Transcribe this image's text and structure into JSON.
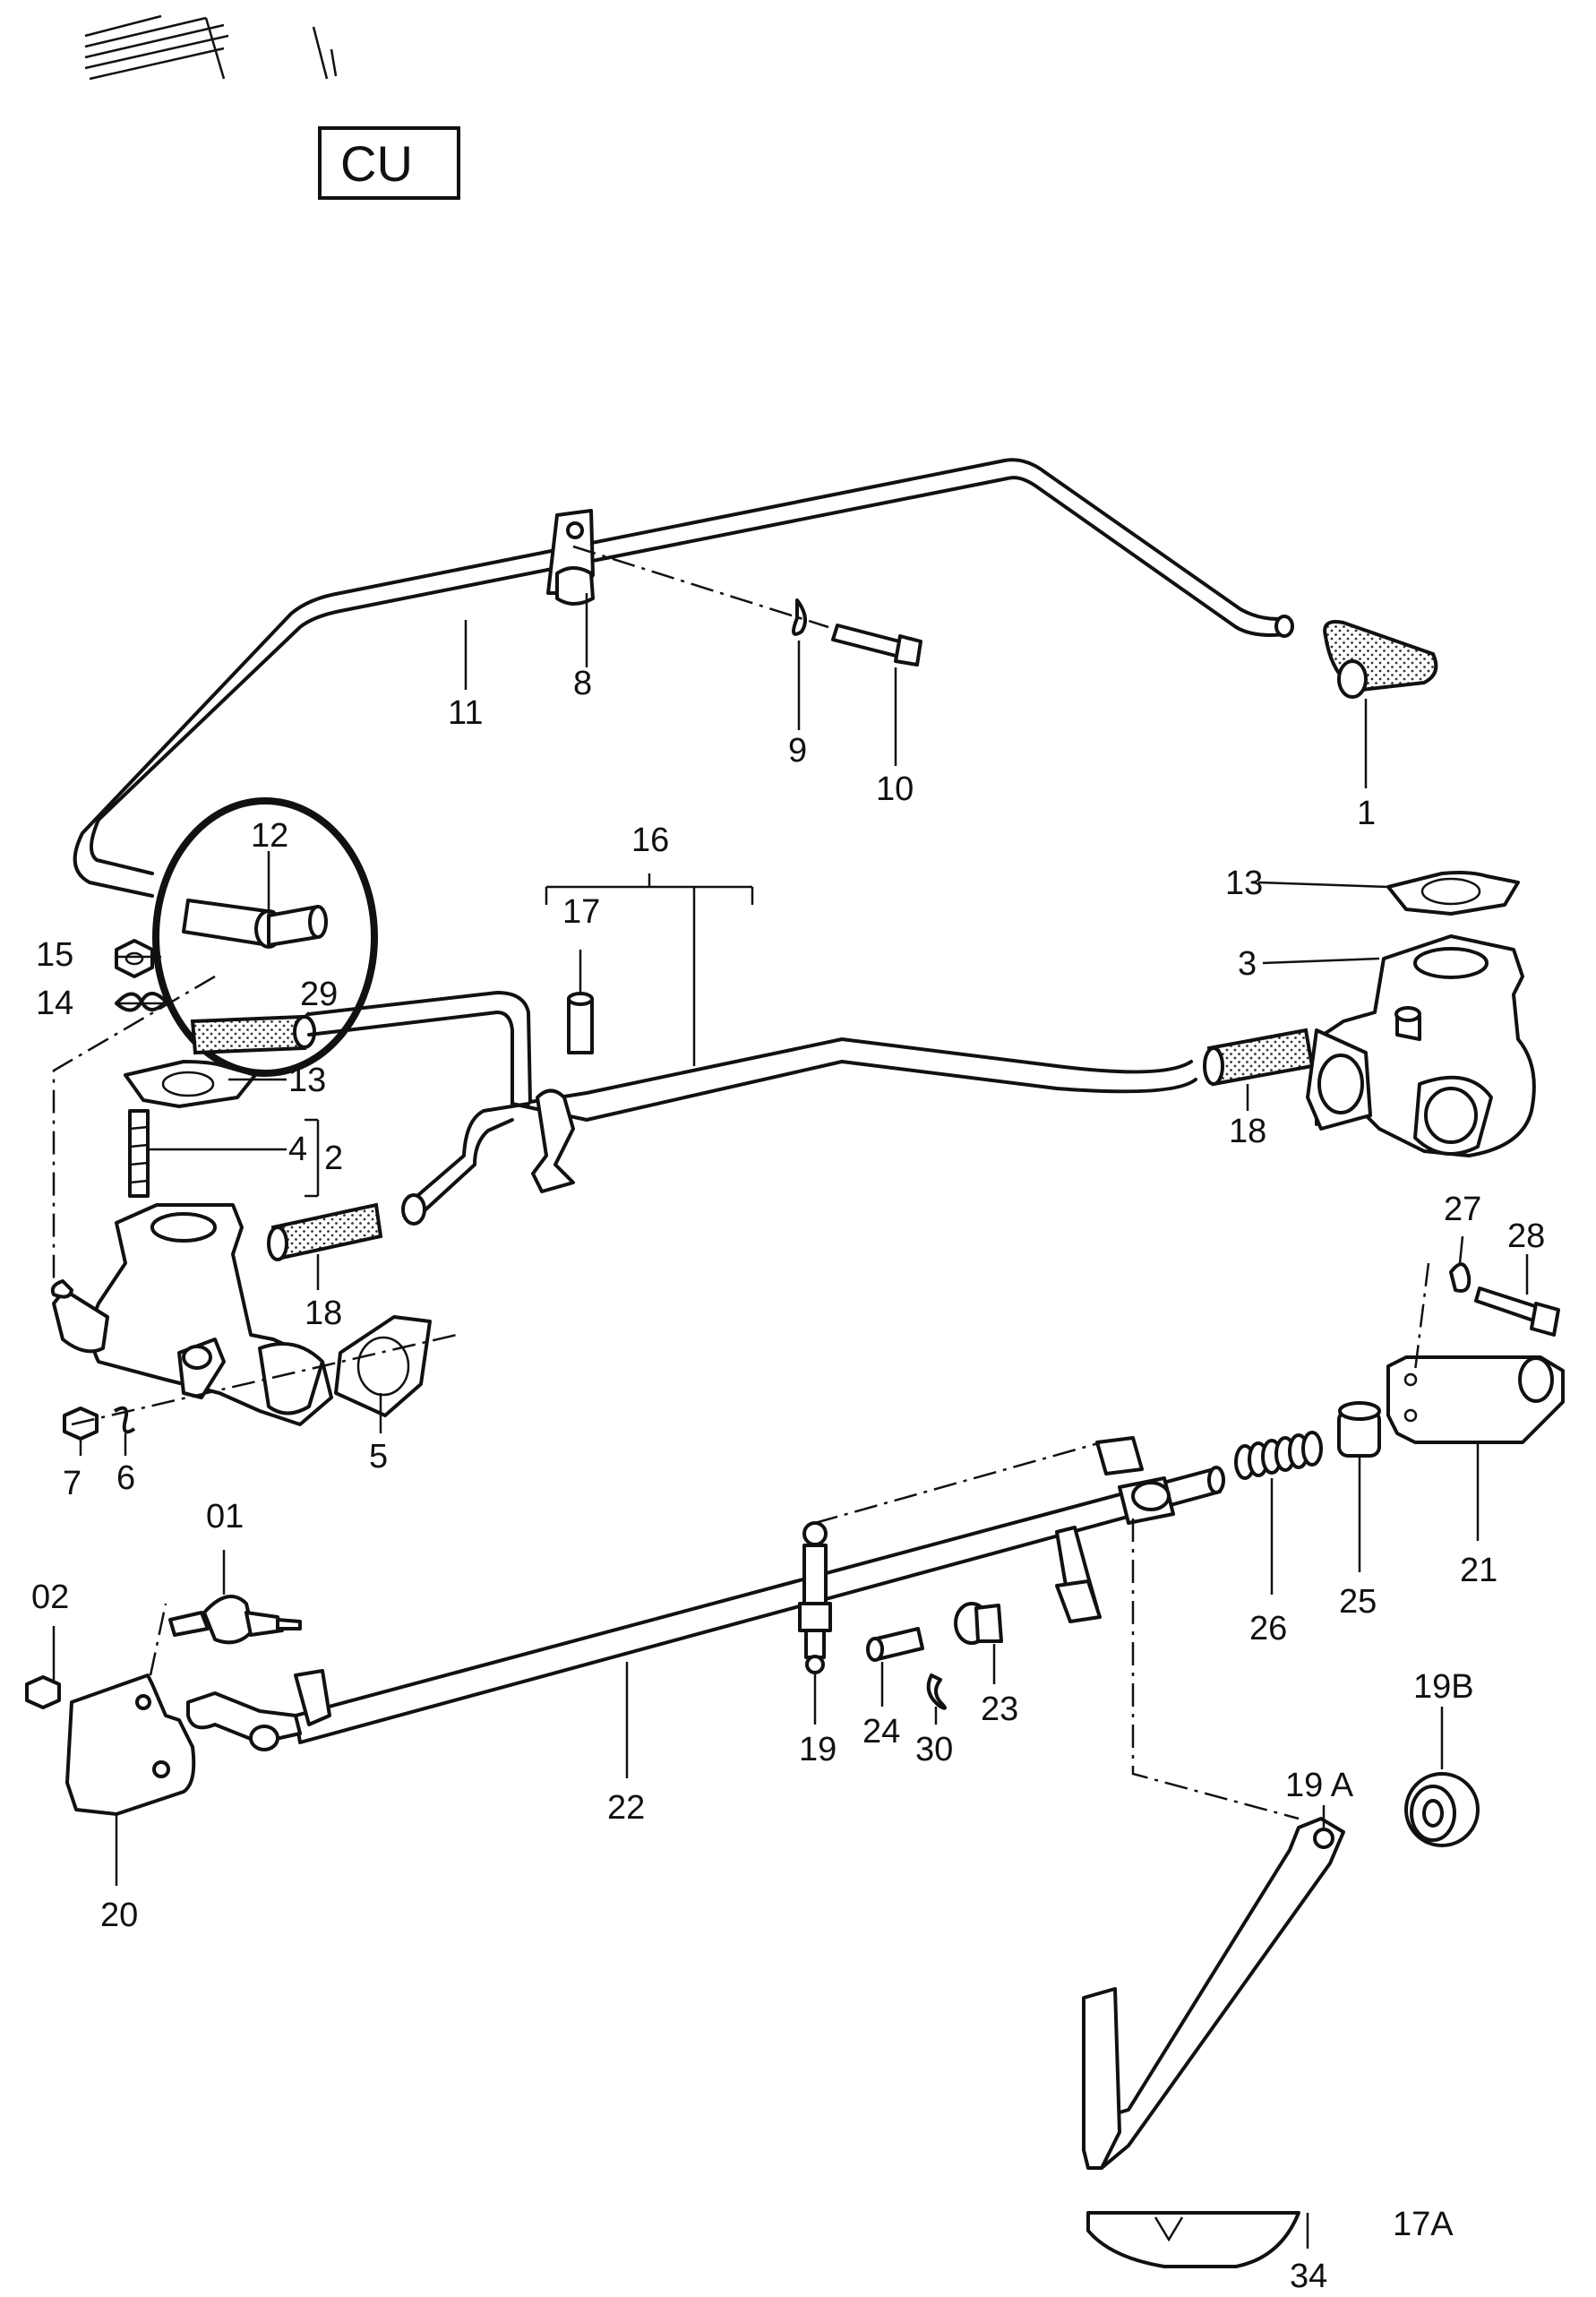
{
  "diagram": {
    "code_box": "CU",
    "parts": {
      "p01": "01",
      "p02": "02",
      "p1": "1",
      "p2": "2",
      "p3": "3",
      "p4": "4",
      "p5": "5",
      "p6": "6",
      "p7": "7",
      "p8": "8",
      "p9": "9",
      "p10": "10",
      "p11": "11",
      "p12": "12",
      "p13a": "13",
      "p13b": "13",
      "p14": "14",
      "p15": "15",
      "p16": "16",
      "p17": "17",
      "p18a": "18",
      "p18b": "18",
      "p19": "19",
      "p19a": "19 A",
      "p19b": "19B",
      "p20": "20",
      "p21": "21",
      "p22": "22",
      "p23": "23",
      "p24": "24",
      "p25": "25",
      "p26": "26",
      "p27": "27",
      "p28": "28",
      "p29": "29",
      "p30": "30",
      "p34": "34",
      "p17a": "17A"
    }
  }
}
